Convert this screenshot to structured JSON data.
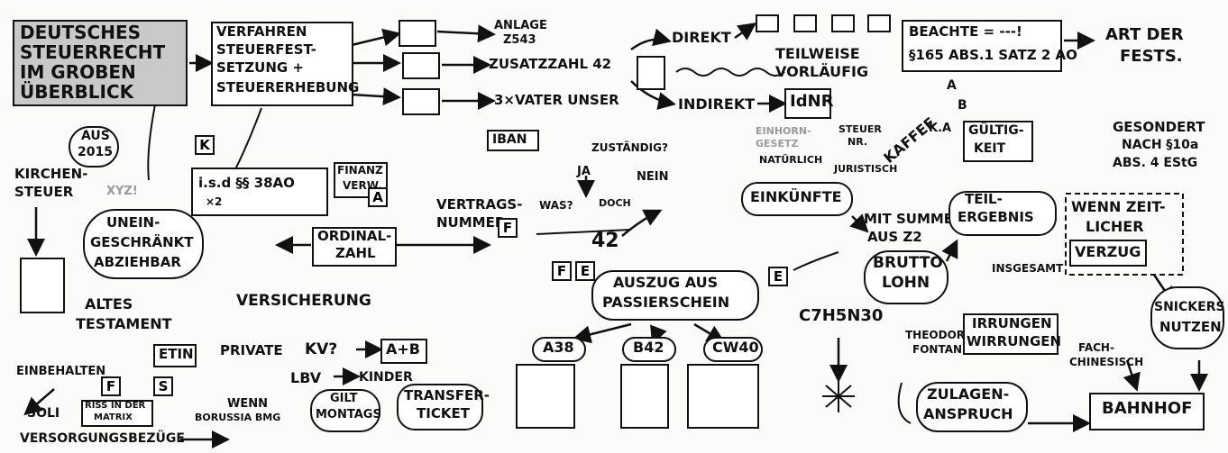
{
  "title": [
    "DEUTSCHES",
    "STEUERRECHT",
    "IM GROBEN",
    "ÜBERBLICK"
  ],
  "procedure": [
    "VERFAHREN",
    "STEUERFEST-",
    "SETZUNG +",
    "STEUERERHEBUNG"
  ],
  "labels": {
    "anlage": "ANLAGE",
    "anlage_num": "Z543",
    "zusatzzahl": "ZUSATZZAHL 42",
    "vater_unser": "3×VATER UNSER",
    "direkt": "DIREKT",
    "indirekt": "INDIREKT",
    "teilweise": "TEILWEISE",
    "vorlaeufig": "VORLÄUFIG",
    "beachte": "BEACHTE = ---!",
    "paragraph": "§165 ABS.1 SATZ 2 AO",
    "art": "ART DER",
    "fests": "FESTS.",
    "idnr": "IdNR",
    "einhorn": "EINHORN-",
    "gesetz": "GESETZ",
    "natuerlich": "NATÜRLICH",
    "steuer": "STEUER",
    "nr": "NR.",
    "kaffee": "KAFFEE",
    "juristisch": "JURISTISCH",
    "a": "A",
    "b": "B",
    "ka": "K.A",
    "gueltig1": "GÜLTIG-",
    "gueltig2": "KEIT",
    "gesondert1": "GESONDERT",
    "gesondert2": "NACH §10a",
    "gesondert3": "ABS. 4 EStG",
    "aus2015a": "AUS",
    "aus2015b": "2015",
    "kirchen1": "KIRCHEN-",
    "kirchen2": "STEUER",
    "xyz": "XYZ!",
    "k": "K",
    "iban": "IBAN",
    "finanz1": "FINANZ",
    "finanz2": "VERW.",
    "isd1": "i.s.d §§ 38AO",
    "isd2": "×2",
    "zustaendig": "ZUSTÄNDIG?",
    "ja": "JA",
    "nein": "NEIN",
    "doch": "DOCH",
    "was": "WAS?",
    "vertrags1": "VERTRAGS-",
    "vertrags2": "NUMMER",
    "f": "F",
    "e": "E",
    "zahl42": "42",
    "einkuenfte": "EINKÜNFTE",
    "mitsumme1": "MIT SUMME",
    "mitsumme2": "AUS Z2",
    "teil1": "TEIL-",
    "teil2": "ERGEBNIS",
    "insgesamt": "INSGESAMT",
    "wenn1": "WENN ZEIT-",
    "wenn2": "LICHER",
    "wenn3": "VERZUG",
    "unein1": "UNEIN-",
    "unein2": "GESCHRÄNKT",
    "unein3": "ABZIEHBAR",
    "ordinal1": "ORDINAL-",
    "ordinal2": "ZAHL",
    "versicherung": "VERSICHERUNG",
    "auszug1": "AUSZUG AUS",
    "auszug2": "PASSIERSCHEIN",
    "brutto1": "BRUTTO",
    "brutto2": "LOHN",
    "snickers1": "SNICKERS",
    "snickers2": "NUTZEN",
    "altes1": "ALTES",
    "altes2": "TESTAMENT",
    "etin": "ETIN",
    "private": "PRIVATE",
    "kv": "KV?",
    "aplusb": "A+B",
    "c7": "C7H5N30",
    "theodor1": "THEODOR",
    "theodor2": "FONTANE",
    "irrungen1": "IRRUNGEN",
    "irrungen2": "WIRRUNGEN",
    "fach1": "FACH-",
    "fach2": "CHINESISCH",
    "einbehalten": "EINBEHALTEN",
    "lbv": "LBV",
    "kinder": "KINDER",
    "a38": "A38",
    "b42": "B42",
    "cw40": "CW40",
    "soli": "SOLI",
    "riss1": "RISS IN DER",
    "riss2": "MATRIX",
    "wenn_bmg1": "WENN",
    "wenn_bmg2": "BORUSSIA BMG",
    "gilt1": "GILT",
    "gilt2": "MONTAGS",
    "transfer1": "TRANSFER-",
    "transfer2": "TICKET",
    "zulagen1": "ZULAGEN-",
    "zulagen2": "ANSPRUCH",
    "bahnhof": "BAHNHOF",
    "versorgung": "VERSORGUNGSBEZÜGE",
    "s": "S"
  }
}
